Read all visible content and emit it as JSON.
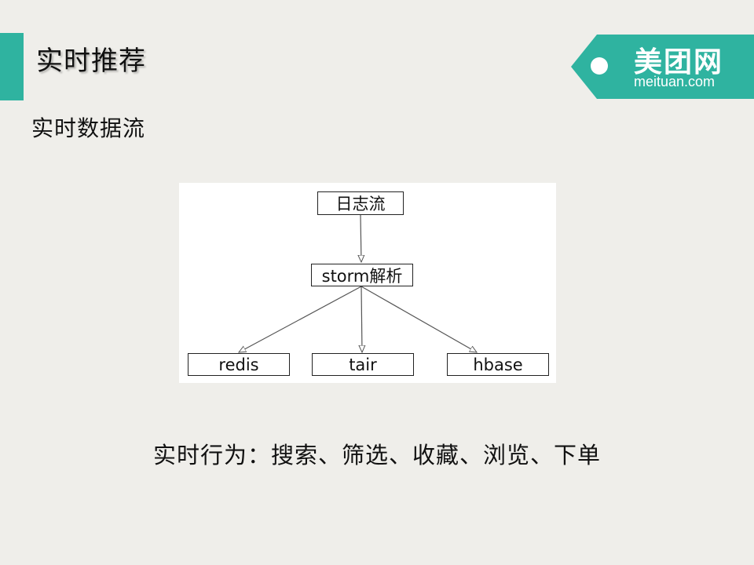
{
  "header": {
    "title": "实时推荐"
  },
  "logo": {
    "title": "美团网",
    "url": "meituan.com"
  },
  "subtitle": "实时数据流",
  "diagram": {
    "nodes": [
      {
        "id": "log",
        "label": "日志流"
      },
      {
        "id": "storm",
        "label": "storm解析"
      },
      {
        "id": "redis",
        "label": "redis"
      },
      {
        "id": "tair",
        "label": "tair"
      },
      {
        "id": "hbase",
        "label": "hbase"
      }
    ],
    "edges": [
      {
        "from": "log",
        "to": "storm"
      },
      {
        "from": "storm",
        "to": "redis"
      },
      {
        "from": "storm",
        "to": "tair"
      },
      {
        "from": "storm",
        "to": "hbase"
      }
    ]
  },
  "caption": "实时行为：搜索、筛选、收藏、浏览、下单",
  "colors": {
    "accent": "#2fb3a0",
    "background": "#efeeea"
  }
}
